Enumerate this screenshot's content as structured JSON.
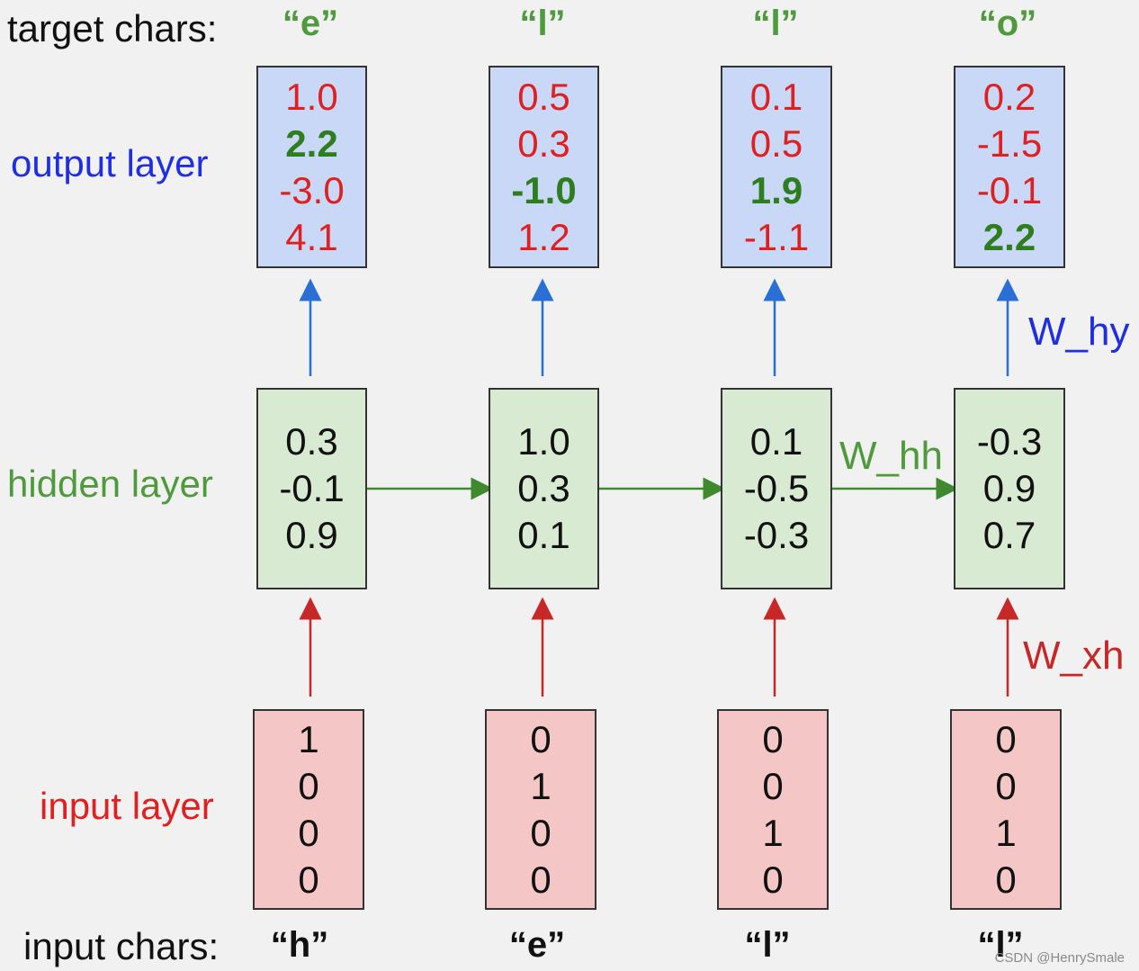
{
  "rows": {
    "target_chars": "target chars:",
    "output_layer": "output layer",
    "hidden_layer": "hidden layer",
    "input_layer": "input layer",
    "input_chars": "input chars:"
  },
  "colors": {
    "output": "#1f2ee0",
    "hidden": "#4e9a3c",
    "input": "#e02020",
    "output_box": "#c8d8f6",
    "hidden_box": "#d9ead3",
    "input_box": "#f4c7c6"
  },
  "steps": [
    {
      "target_char": "“e”",
      "output": [
        {
          "v": "1.0",
          "hi": false
        },
        {
          "v": "2.2",
          "hi": true
        },
        {
          "v": "-3.0",
          "hi": false
        },
        {
          "v": "4.1",
          "hi": false
        }
      ],
      "hidden": [
        "0.3",
        "-0.1",
        "0.9"
      ],
      "input": [
        "1",
        "0",
        "0",
        "0"
      ],
      "input_char": "“h”"
    },
    {
      "target_char": "“l”",
      "output": [
        {
          "v": "0.5",
          "hi": false
        },
        {
          "v": "0.3",
          "hi": false
        },
        {
          "v": "-1.0",
          "hi": true
        },
        {
          "v": "1.2",
          "hi": false
        }
      ],
      "hidden": [
        "1.0",
        "0.3",
        "0.1"
      ],
      "input": [
        "0",
        "1",
        "0",
        "0"
      ],
      "input_char": "“e”"
    },
    {
      "target_char": "“l”",
      "output": [
        {
          "v": "0.1",
          "hi": false
        },
        {
          "v": "0.5",
          "hi": false
        },
        {
          "v": "1.9",
          "hi": true
        },
        {
          "v": "-1.1",
          "hi": false
        }
      ],
      "hidden": [
        "0.1",
        "-0.5",
        "-0.3"
      ],
      "input": [
        "0",
        "0",
        "1",
        "0"
      ],
      "input_char": "“l”"
    },
    {
      "target_char": "“o”",
      "output": [
        {
          "v": "0.2",
          "hi": false
        },
        {
          "v": "-1.5",
          "hi": false
        },
        {
          "v": "-0.1",
          "hi": false
        },
        {
          "v": "2.2",
          "hi": true
        }
      ],
      "hidden": [
        "-0.3",
        "0.9",
        "0.7"
      ],
      "input": [
        "0",
        "0",
        "1",
        "0"
      ],
      "input_char": "“l”"
    }
  ],
  "weights": {
    "hy": "W_hy",
    "hh": "W_hh",
    "xh": "W_xh"
  },
  "watermark": "CSDN @HenrySmale"
}
